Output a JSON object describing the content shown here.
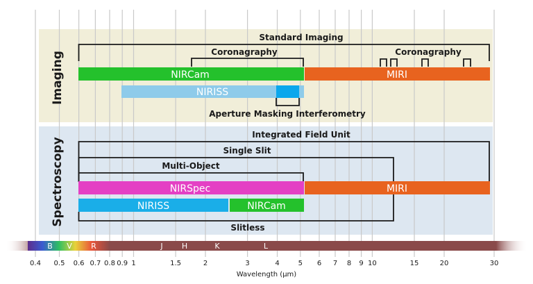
{
  "panels": {
    "imaging": "Imaging",
    "spectroscopy": "Spectroscopy"
  },
  "imaging": {
    "standard_imaging": "Standard Imaging",
    "coronagraphy_nircam": "Coronagraphy",
    "coronagraphy_miri": "Coronagraphy",
    "ami": "Aperture Masking Interferometry",
    "nircam": "NIRCam",
    "miri": "MIRI",
    "niriss": "NIRISS"
  },
  "spectroscopy": {
    "ifu": "Integrated Field Unit",
    "single_slit": "Single Slit",
    "multi_object": "Multi-Object",
    "slitless": "Slitless",
    "nirspec": "NIRSpec",
    "miri": "MIRI",
    "niriss": "NIRISS",
    "nircam": "NIRCam"
  },
  "bands": [
    "B",
    "V",
    "R",
    "J",
    "H",
    "K",
    "L"
  ],
  "axis": {
    "label": "Wavelength (µm)",
    "ticks": [
      "0.4",
      "0.5",
      "0.6",
      "0.7",
      "0.8",
      "0.9",
      "1",
      "1.5",
      "2",
      "3",
      "4",
      "5",
      "6",
      "7",
      "8",
      "9",
      "10",
      "15",
      "20",
      "30"
    ]
  },
  "colors": {
    "imaging_bg": "#f1eed9",
    "spectroscopy_bg": "#dde7f1",
    "nircam": "#24c12c",
    "miri": "#e8631f",
    "niriss": "#8ecbea",
    "niriss_spec": "#1aaee8",
    "ami": "#0aa7ec",
    "nirspec": "#e440c4",
    "band_strip": "#8b4c4c"
  }
}
